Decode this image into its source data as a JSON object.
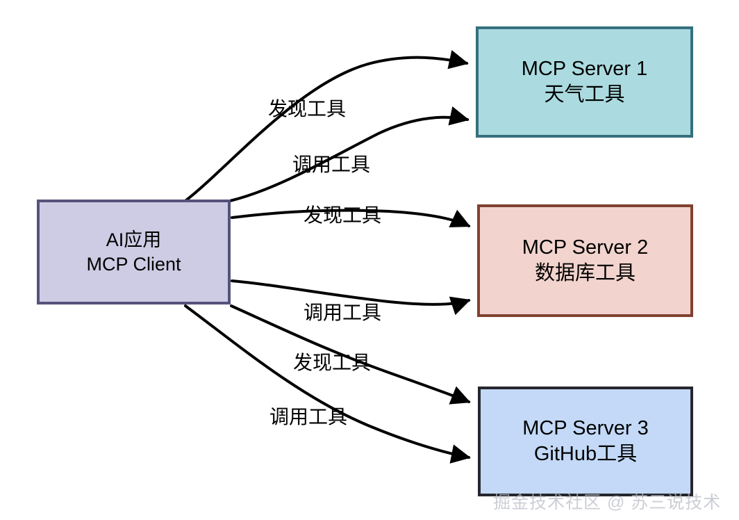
{
  "diagram": {
    "type": "flow-diagram",
    "title_visible": false,
    "background_color": "#ffffff",
    "nodes": [
      {
        "id": "client",
        "name": "ai-application-mcp-client",
        "lines": [
          "AI应用",
          "MCP Client"
        ],
        "fill": "#cdcce4",
        "stroke": "#55527c"
      },
      {
        "id": "server1",
        "name": "mcp-server-1",
        "lines": [
          "MCP Server 1",
          "天气工具"
        ],
        "fill": "#abdbe0",
        "stroke": "#35707e"
      },
      {
        "id": "server2",
        "name": "mcp-server-2",
        "lines": [
          "MCP Server 2",
          "数据库工具"
        ],
        "fill": "#f2d3cd",
        "stroke": "#81412f"
      },
      {
        "id": "server3",
        "name": "mcp-server-3",
        "lines": [
          "MCP Server 3",
          "GitHub工具"
        ],
        "fill": "#c3d9f7",
        "stroke": "#26262e"
      }
    ],
    "edges": [
      {
        "id": "e1",
        "from": "client",
        "to": "server1",
        "label": "发现工具"
      },
      {
        "id": "e2",
        "from": "client",
        "to": "server1",
        "label": "调用工具"
      },
      {
        "id": "e3",
        "from": "client",
        "to": "server2",
        "label": "发现工具"
      },
      {
        "id": "e4",
        "from": "client",
        "to": "server2",
        "label": "调用工具"
      },
      {
        "id": "e5",
        "from": "client",
        "to": "server3",
        "label": "发现工具"
      },
      {
        "id": "e6",
        "from": "client",
        "to": "server3",
        "label": "调用工具"
      }
    ],
    "edge_color": "#000000",
    "watermark": "掘金技术社区 @ 苏三说技术"
  }
}
